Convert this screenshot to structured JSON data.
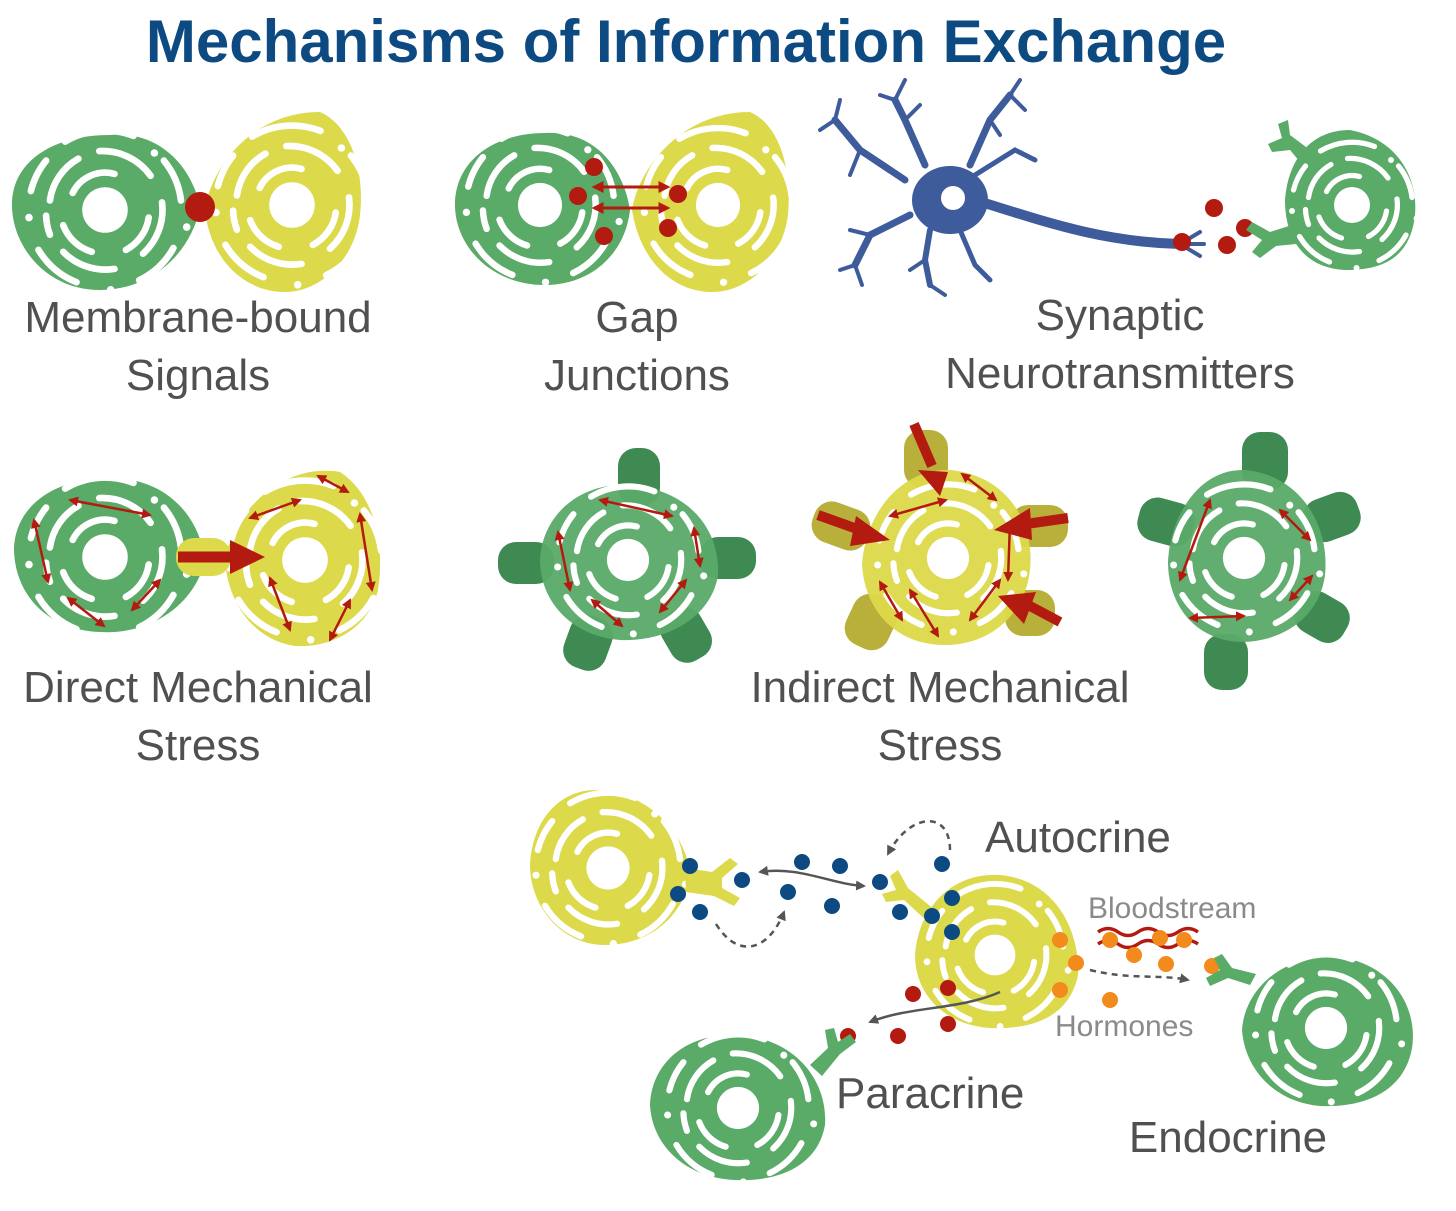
{
  "title": "Mechanisms of Information Exchange",
  "labels": {
    "membrane_bound": [
      "Membrane-bound",
      "Signals"
    ],
    "gap_junctions": [
      "Gap",
      "Junctions"
    ],
    "synaptic": [
      "Synaptic",
      "Neurotransmitters"
    ],
    "direct_mechanical": [
      "Direct Mechanical",
      "Stress"
    ],
    "indirect_mechanical": [
      "Indirect Mechanical",
      "Stress"
    ],
    "autocrine": "Autocrine",
    "bloodstream": "Bloodstream",
    "hormones": "Hormones",
    "paracrine": "Paracrine",
    "endocrine": "Endocrine"
  },
  "colors": {
    "title": "#0d4a82",
    "label": "#505050",
    "cell_green": "#5aaa68",
    "cell_yellow": "#dcd94a",
    "cell_dark_green": "#3f8a52",
    "neuron": "#3e5c9c",
    "signal_red": "#b31a10",
    "signal_blue": "#0d4a82",
    "signal_orange": "#f38a1c",
    "arrow_red": "#b31a10",
    "arrow_gray": "#555555"
  }
}
